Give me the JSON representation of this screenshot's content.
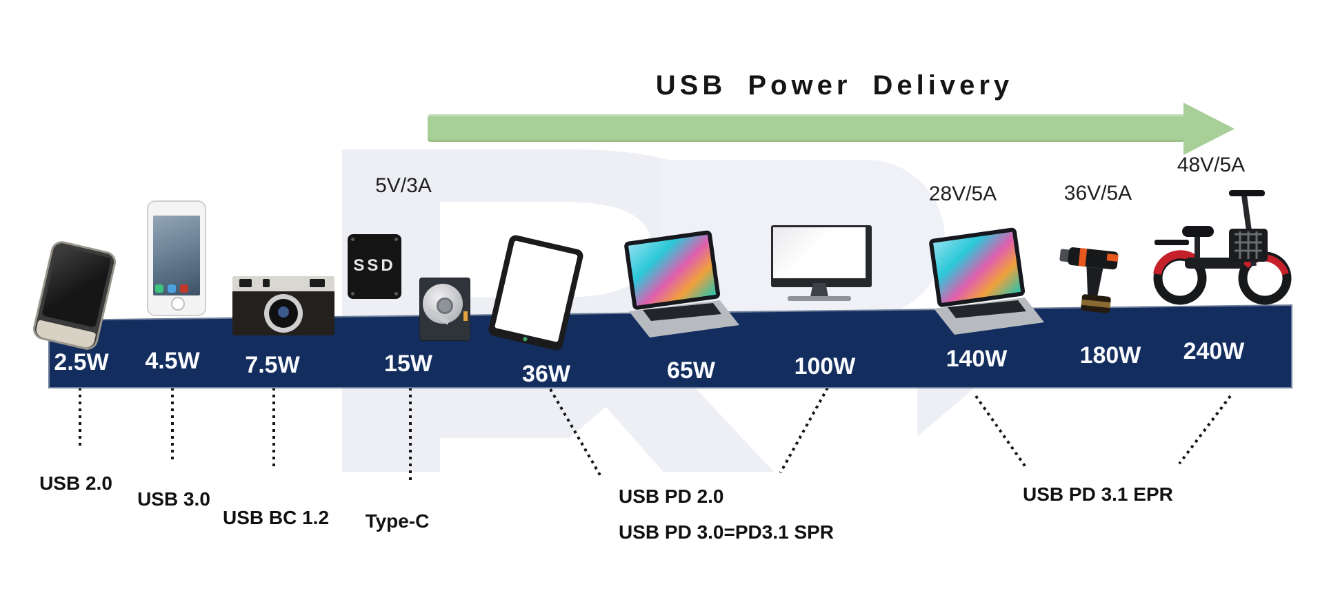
{
  "title": "USB Power Delivery",
  "arrow_color": "#a7cf97",
  "band_color": "#132e5e",
  "watermark_letter": "R",
  "ssd_label": "SSD",
  "milestones": [
    {
      "power": "2.5W",
      "standard": "USB 2.0",
      "voltage": "",
      "device": "feature-phone"
    },
    {
      "power": "4.5W",
      "standard": "USB 3.0",
      "voltage": "",
      "device": "smartphone"
    },
    {
      "power": "7.5W",
      "standard": "USB BC 1.2",
      "voltage": "",
      "device": "camera"
    },
    {
      "power": "15W",
      "standard": "Type-C",
      "voltage": "5V/3A",
      "device": "ssd-and-hdd"
    },
    {
      "power": "36W",
      "standard": "",
      "voltage": "",
      "device": "tablet"
    },
    {
      "power": "65W",
      "standard": "",
      "voltage": "",
      "device": "laptop"
    },
    {
      "power": "100W",
      "standard": "",
      "voltage": "",
      "device": "monitor"
    },
    {
      "power": "140W",
      "standard": "",
      "voltage": "28V/5A",
      "device": "laptop"
    },
    {
      "power": "180W",
      "standard": "",
      "voltage": "36V/5A",
      "device": "power-drill"
    },
    {
      "power": "240W",
      "standard": "",
      "voltage": "48V/5A",
      "device": "e-bike"
    }
  ],
  "pd_group_labels": {
    "pd20": "USB PD 2.0",
    "pd30": "USB PD 3.0=PD3.1 SPR",
    "epr": "USB PD 3.1 EPR"
  }
}
